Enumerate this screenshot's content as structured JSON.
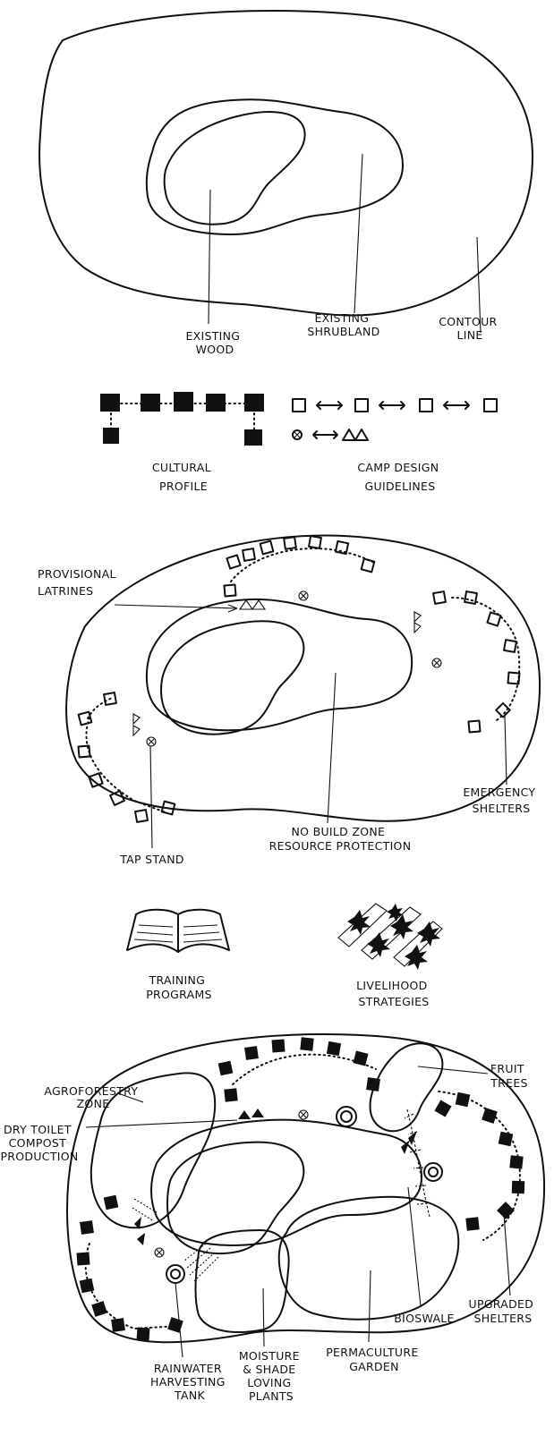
{
  "panel1": {
    "labels": {
      "existing_wood": [
        "EXISTING",
        "WOOD"
      ],
      "existing_shrubland": [
        "EXISTING",
        "SHRUBLAND"
      ],
      "contour_line": [
        "CONTOUR",
        "LINE"
      ]
    }
  },
  "panel2": {
    "cultural_profile": [
      "CULTURAL",
      "PROFILE"
    ],
    "camp_design_guidelines": [
      "CAMP DESIGN",
      "GUIDELINES"
    ]
  },
  "panel3": {
    "labels": {
      "provisional_latrines": [
        "PROVISIONAL",
        "LATRINES"
      ],
      "emergency_shelters": [
        "EMERGENCY",
        "SHELTERS"
      ],
      "no_build_zone": [
        "NO BUILD ZONE",
        "RESOURCE PROTECTION"
      ],
      "tap_stand": "TAP STAND"
    }
  },
  "panel4": {
    "training_programs": [
      "TRAINING",
      "PROGRAMS"
    ],
    "livelihood_strategies": [
      "LIVELIHOOD",
      "STRATEGIES"
    ]
  },
  "panel5": {
    "labels": {
      "agroforestry_zone": [
        "AGROFORESTRY",
        "ZONE"
      ],
      "dry_toilet": [
        "DRY TOILET",
        "COMPOST",
        "PRODUCTION"
      ],
      "fruit_trees": [
        "FRUIT",
        "TREES"
      ],
      "upgraded_shelters": [
        "UPGRADED",
        "SHELTERS"
      ],
      "bioswale": "BIOSWALE",
      "permaculture_garden": [
        "PERMACULTURE",
        "GARDEN"
      ],
      "moisture_plants": [
        "MOISTURE",
        "& SHADE",
        "LOVING",
        "PLANTS"
      ],
      "rainwater_tank": [
        "RAINWATER",
        "HARVESTING",
        "TANK"
      ]
    }
  }
}
